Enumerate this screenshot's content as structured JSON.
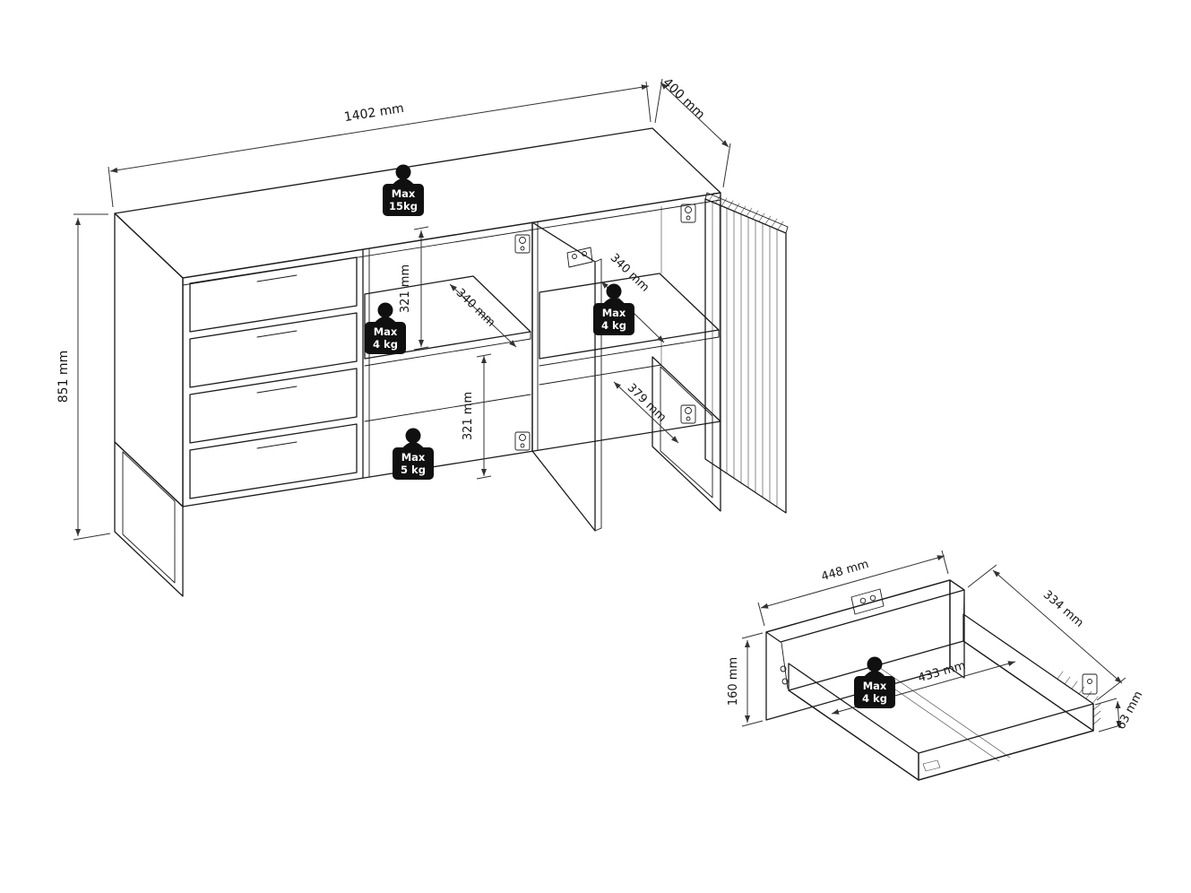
{
  "colors": {
    "line": "#1c1c1c",
    "dimension": "#333333",
    "badge": "#101010"
  },
  "main_view": {
    "title": "sideboard-technical-drawing",
    "dims": {
      "width": "1402 mm",
      "depth": "400 mm",
      "height": "851 mm",
      "upper_inner_height": "321 mm",
      "lower_inner_height": "321 mm",
      "left_shelf_depth": "340 mm",
      "right_shelf_depth": "340 mm",
      "right_bottom_depth": "379 mm"
    },
    "loads": {
      "top": {
        "l1": "Max",
        "l2": "15kg"
      },
      "shelf_left": {
        "l1": "Max",
        "l2": "4 kg"
      },
      "bottom_left": {
        "l1": "Max",
        "l2": "5 kg"
      },
      "shelf_right": {
        "l1": "Max",
        "l2": "4 kg"
      }
    }
  },
  "drawer_view": {
    "title": "drawer-detail-drawing",
    "dims": {
      "width": "448 mm",
      "depth": "334 mm",
      "front_height": "160 mm",
      "inner_width": "433 mm",
      "side_height": "63 mm"
    },
    "load": {
      "l1": "Max",
      "l2": "4 kg"
    }
  }
}
